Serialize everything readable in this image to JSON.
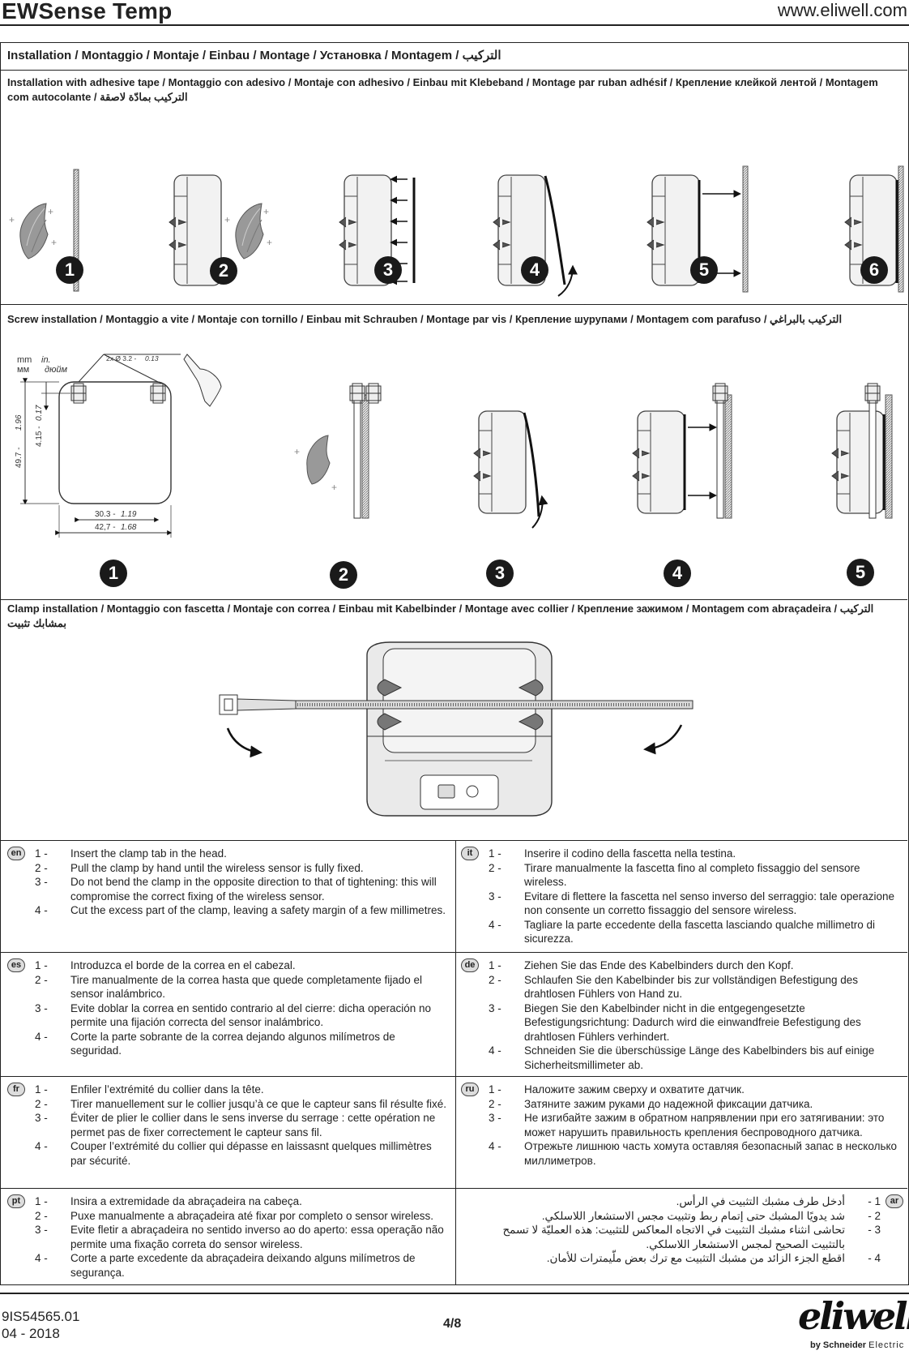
{
  "header": {
    "title": "EWSense Temp",
    "url": "www.eliwell.com"
  },
  "installation": {
    "title": "Installation  / Montaggio / Montaje / Einbau / Montage / Установка / Montagem / التركيب",
    "adhesive": {
      "title": "Installation with adhesive tape / Montaggio con adesivo / Montaje con adhesivo / Einbau mit Klebeband / Montage par ruban adhésif / Крепление клейкой лентой / Montagem com autocolante / التركيب بمادّة لاصقة",
      "steps": [
        "1",
        "2",
        "3",
        "4",
        "5",
        "6"
      ]
    },
    "screw": {
      "title": "Screw installation / Montaggio a vite / Montaje con tornillo / Einbau mit Schrauben / Montage par vis / Крепление шурупами / Montagem com parafuso / التركيب بالبراغي",
      "units_mm": "mm",
      "units_in": "in.",
      "units_mm_ru": "мм",
      "units_in_ru": "дюйм",
      "hole_label": "2x Ø 3.2 - ",
      "hole_label_in": "0.13",
      "dim_height": "49.7 - ",
      "dim_height_in": "1.96",
      "dim_offset": "4.15 - ",
      "dim_offset_in": "0.17",
      "dim_inner": "30.3 - ",
      "dim_inner_in": "1.19",
      "dim_outer": "42,7 - ",
      "dim_outer_in": "1.68",
      "steps": [
        "1",
        "2",
        "3",
        "4",
        "5"
      ]
    },
    "clamp": {
      "title": "Clamp installation / Montaggio con fascetta / Montaje con correa / Einbau mit Kabelbinder / Montage avec collier / Крепление зажимом / Montagem com abraçadeira / التركيب بمشابك تثبيت"
    }
  },
  "instructions": [
    {
      "lang": "en",
      "items": [
        {
          "n": "1",
          "text": "Insert the clamp tab in the head."
        },
        {
          "n": "2",
          "text": "Pull the clamp by hand until the wireless sensor is fully fixed."
        },
        {
          "n": "3",
          "text": "Do not bend the clamp in the opposite direction to that of tightening: this will compromise the correct fixing of the wireless sensor."
        },
        {
          "n": "4",
          "text": "Cut the excess part of the clamp, leaving a safety margin of a few millimetres."
        }
      ]
    },
    {
      "lang": "it",
      "items": [
        {
          "n": "1",
          "text": "Inserire il codino della fascetta nella testina."
        },
        {
          "n": "2",
          "text": "Tirare manualmente la fascetta fino al completo fissaggio del sensore wireless."
        },
        {
          "n": "3",
          "text": "Evitare di flettere la fascetta nel senso inverso del serraggio: tale operazione non consente un corretto fissaggio del sensore wireless."
        },
        {
          "n": "4",
          "text": "Tagliare la parte eccedente della fascetta lasciando qualche millimetro di sicurezza."
        }
      ]
    },
    {
      "lang": "es",
      "items": [
        {
          "n": "1",
          "text": "Introduzca el borde de la correa en el cabezal."
        },
        {
          "n": "2",
          "text": "Tire manualmente de la correa hasta que quede completamente fijado el sensor inalámbrico."
        },
        {
          "n": "3",
          "text": "Evite doblar la correa en sentido contrario al del cierre: dicha operación no permite una fijación correcta del sensor inalámbrico."
        },
        {
          "n": "4",
          "text": "Corte la parte sobrante de la correa dejando algunos milímetros de seguridad."
        }
      ]
    },
    {
      "lang": "de",
      "items": [
        {
          "n": "1",
          "text": "Ziehen Sie das Ende des Kabelbinders durch den Kopf."
        },
        {
          "n": "2",
          "text": "Schlaufen Sie den Kabelbinder bis zur vollständigen Befestigung des drahtlosen Fühlers von Hand zu."
        },
        {
          "n": "3",
          "text": "Biegen Sie den Kabelbinder nicht in die entgegengesetzte Befestigungsrichtung: Dadurch wird die einwandfreie Befestigung des drahtlosen Fühlers verhindert."
        },
        {
          "n": "4",
          "text": "Schneiden Sie die überschüssige Länge des Kabelbinders bis auf einige Sicherheitsmillimeter ab."
        }
      ]
    },
    {
      "lang": "fr",
      "items": [
        {
          "n": "1",
          "text": "Enfiler l’extrémité du collier dans la tête."
        },
        {
          "n": "2",
          "text": "Tirer manuellement sur le collier jusqu’à ce que le capteur sans fil résulte fixé."
        },
        {
          "n": "3",
          "text": "Éviter de plier le collier dans le sens inverse du serrage : cette opération ne permet pas de fixer correctement le capteur sans fil."
        },
        {
          "n": "4",
          "text": "Couper l’extrémité du collier qui dépasse en laissasnt quelques millimètres par sécurité."
        }
      ]
    },
    {
      "lang": "ru",
      "items": [
        {
          "n": "1",
          "text": "Наложите зажим сверху и охватите датчик."
        },
        {
          "n": "2",
          "text": "Затяните зажим руками до надежной фиксации датчика."
        },
        {
          "n": "3",
          "text": "Не изгибайте зажим в обратном напрявлении  при его затягивании: это может нарушить правильность крепления беспроводного датчика."
        },
        {
          "n": "4",
          "text": "Отрежьте лишнюю часть хомута оставляя безопасный запас в несколько миллиметров."
        }
      ]
    },
    {
      "lang": "pt",
      "items": [
        {
          "n": "1",
          "text": "Insira a extremidade da abraçadeira na cabeça."
        },
        {
          "n": "2",
          "text": "Puxe manualmente a abraçadeira até fixar por completo o sensor wireless."
        },
        {
          "n": "3",
          "text": "Evite fletir a abraçadeira no sentido inverso ao do aperto: essa operação não permite uma fixação correta do sensor wireless."
        },
        {
          "n": "4",
          "text": "Corte a parte excedente da abraçadeira deixando alguns milímetros de segurança."
        }
      ]
    },
    {
      "lang": "ar",
      "items": [
        {
          "n": "1",
          "text": "أدخل طرف مشبك التثبيت في الرأس."
        },
        {
          "n": "2",
          "text": "شد يدويًا المشبك حتى إتمام ربط وتثبيت مجس الاستشعار اللاسلكي."
        },
        {
          "n": "3",
          "text": "تحاشى انثناء مشبك التثبيت في الاتجاه المعاكس للتثبيت: هذه العمليّة لا تسمح بالتثبيت الصحيح لمجس الاستشعار اللاسلكي."
        },
        {
          "n": "4",
          "text": "اقطع الجزء الزائد من مشبك التثبيت مع ترك بعض ملّيمترات للأمان."
        }
      ]
    }
  ],
  "footer": {
    "code": "9IS54565.01",
    "date": "04 - 2018",
    "page": "4/8",
    "logo": "eliwell",
    "by": "by Schneider",
    "by_suffix": "Electric"
  }
}
